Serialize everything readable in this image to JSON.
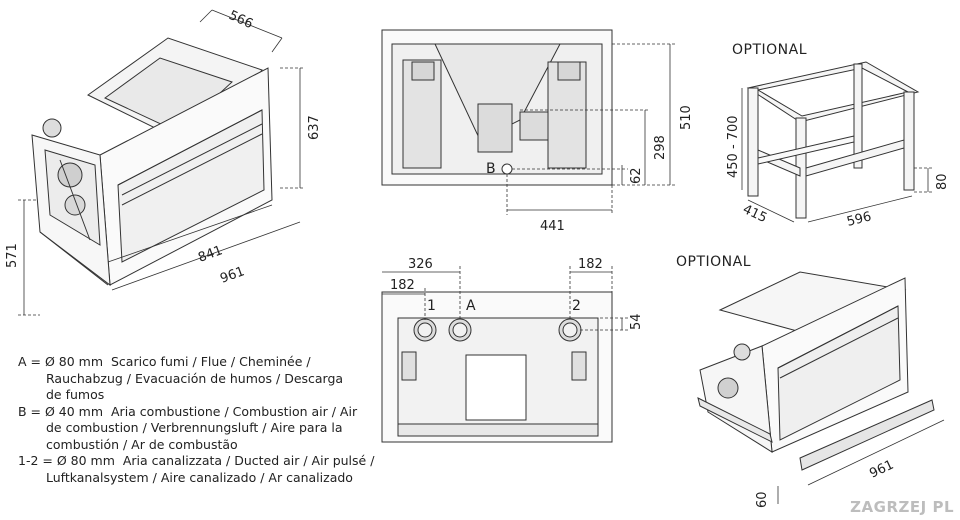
{
  "views": {
    "iso_main": {
      "dims": [
        "566",
        "637",
        "571",
        "841",
        "961"
      ]
    },
    "top_view": {
      "dims": [
        "510",
        "298",
        "62",
        "441"
      ],
      "marker": "B"
    },
    "stand": {
      "title": "OPTIONAL",
      "dims": [
        "450 - 700",
        "80",
        "415",
        "596"
      ]
    },
    "rear_view": {
      "dims": [
        "326",
        "182",
        "182",
        "54"
      ],
      "markers": [
        "1",
        "A",
        "2"
      ]
    },
    "rail_view": {
      "title": "OPTIONAL",
      "dims": [
        "961",
        "60"
      ]
    }
  },
  "legend": [
    {
      "key": "A = Ø 80 mm",
      "lines": [
        "Scarico fumi / Flue / Cheminée /",
        "Rauchabzug / Evacuación de humos / Descarga",
        "de fumos"
      ]
    },
    {
      "key": "B = Ø 40 mm",
      "lines": [
        "Aria combustione / Combustion air / Air",
        "de combustion / Verbrennungsluft  / Aire para la",
        "combustión / Ar de combustão"
      ]
    },
    {
      "key": "1-2 = Ø 80 mm",
      "lines": [
        "Aria canalizzata / Ducted air / Air pulsé /",
        "Luftkanalsystem / Aire canalizado / Ar canalizado"
      ]
    }
  ],
  "watermark": "ZAGRZEJ PL"
}
